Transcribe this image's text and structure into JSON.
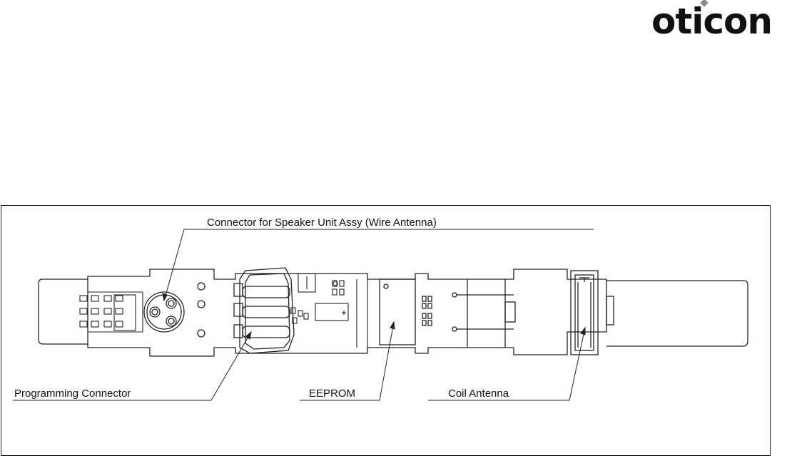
{
  "brand": {
    "logo_text": "oticon"
  },
  "labels": {
    "connector_speaker": "Connector for Speaker Unit Assy (Wire Antenna)",
    "programming_connector": "Programming Connector",
    "eeprom": "EEPROM",
    "coil_antenna": "Coil Antenna"
  },
  "colors": {
    "line": "#222222",
    "logo_dot": "#8a8a8a"
  }
}
